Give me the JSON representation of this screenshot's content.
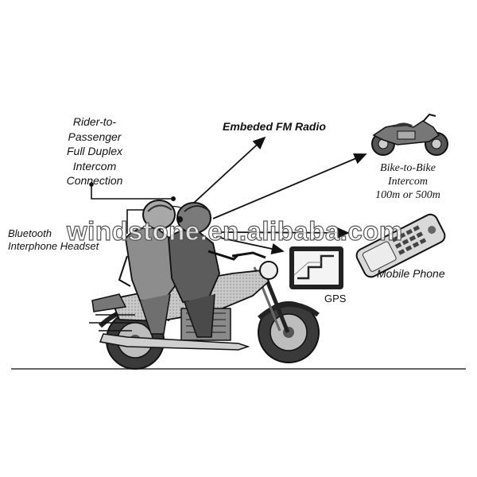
{
  "labels": {
    "rider_to_passenger": [
      "Rider-to-",
      "Passenger",
      "Full Duplex",
      "Intercom",
      "Connection"
    ],
    "fm_radio": "Embeded FM Radio",
    "bike_to_bike": [
      "Bike-to-Bike",
      "Intercom",
      "100m or 500m"
    ],
    "bluetooth_headset": [
      "Bluetooth",
      "Interphone Headset"
    ],
    "mobile_phone": "Mobile Phone",
    "gps": "GPS"
  },
  "watermark": "windstone.en.alibaba.com",
  "colors": {
    "ink": "#111111",
    "gray": "#9a9a9a",
    "background": "#ffffff"
  }
}
